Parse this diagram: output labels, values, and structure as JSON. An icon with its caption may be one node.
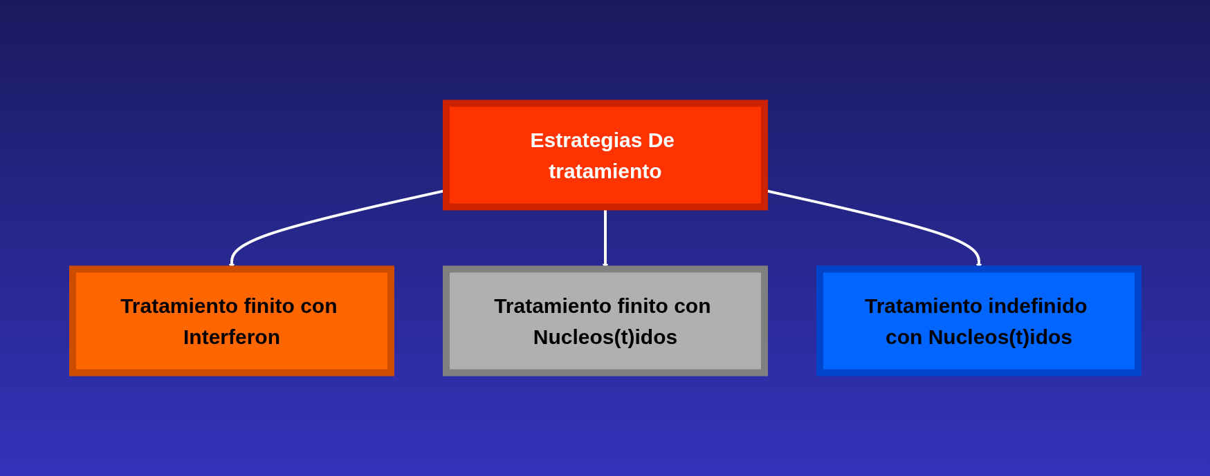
{
  "diagram": {
    "nodes": [
      {
        "text": [
          "Estrategias De tratamiento"
        ]
      },
      {
        "text": [
          "Tratamiento finito con Interferon"
        ]
      },
      {
        "text": [
          "Tratamiento finito con Nucleos(t)idos"
        ]
      },
      {
        "text": [
          "Tratamiento indefinido con Nucleos(t)idos"
        ]
      }
    ],
    "edges": [
      {
        "from": 0,
        "to": 1,
        "arrow": "to"
      },
      {
        "from": 0,
        "to": 2,
        "arrow": "to"
      },
      {
        "from": 0,
        "to": 3,
        "arrow": "to"
      }
    ]
  }
}
